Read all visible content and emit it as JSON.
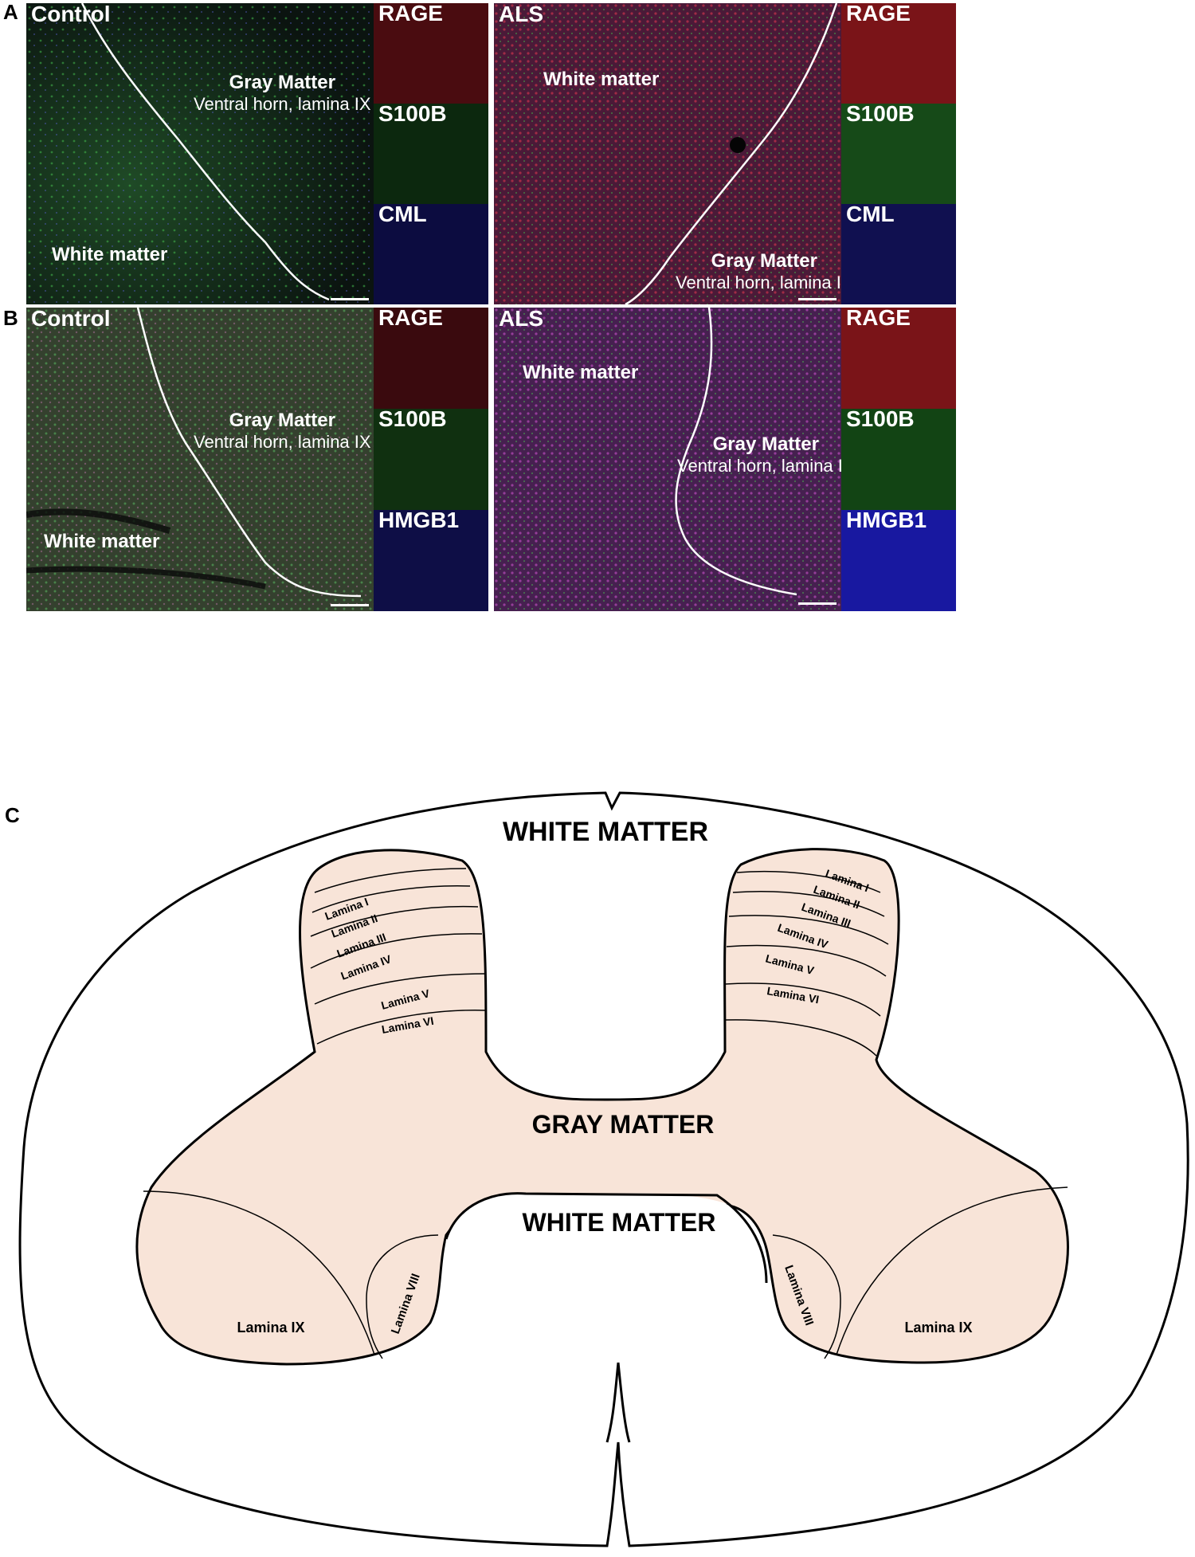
{
  "panels": {
    "A": {
      "letter": "A",
      "left": {
        "condition": "Control",
        "gray_title": "Gray Matter",
        "gray_sub": "Ventral horn, lamina IX",
        "white": "White matter",
        "channels": [
          "RAGE",
          "S100B",
          "CML"
        ]
      },
      "right": {
        "condition": "ALS",
        "gray_title": "Gray Matter",
        "gray_sub": "Ventral horn, lamina IX",
        "white": "White matter",
        "channels": [
          "RAGE",
          "S100B",
          "CML"
        ]
      }
    },
    "B": {
      "letter": "B",
      "left": {
        "condition": "Control",
        "gray_title": "Gray Matter",
        "gray_sub": "Ventral horn, lamina IX",
        "white": "White matter",
        "channels": [
          "RAGE",
          "S100B",
          "HMGB1"
        ]
      },
      "right": {
        "condition": "ALS",
        "gray_title": "Gray Matter",
        "gray_sub": "Ventral horn, lamina IX",
        "white": "White matter",
        "channels": [
          "RAGE",
          "S100B",
          "HMGB1"
        ]
      }
    },
    "C": {
      "letter": "C",
      "white_top": "WHITE MATTER",
      "gray": "GRAY MATTER",
      "white_mid": "WHITE MATTER",
      "laminae_left": [
        "Lamina I",
        "Lamina II",
        "Lamina III",
        "Lamina IV",
        "Lamina V",
        "Lamina VI"
      ],
      "laminae_right": [
        "Lamina I",
        "Lamina II",
        "Lamina III",
        "Lamina IV",
        "Lamina V",
        "Lamina VI"
      ],
      "lamina_viii": "Lamina VIII",
      "lamina_ix": "Lamina IX"
    }
  },
  "colors": {
    "gray_matter_fill": "#f8e4d8",
    "rage": "#a01820",
    "s100b": "#1a7a1a",
    "cml": "#1e20a0",
    "hmgb1": "#1e22b8"
  }
}
